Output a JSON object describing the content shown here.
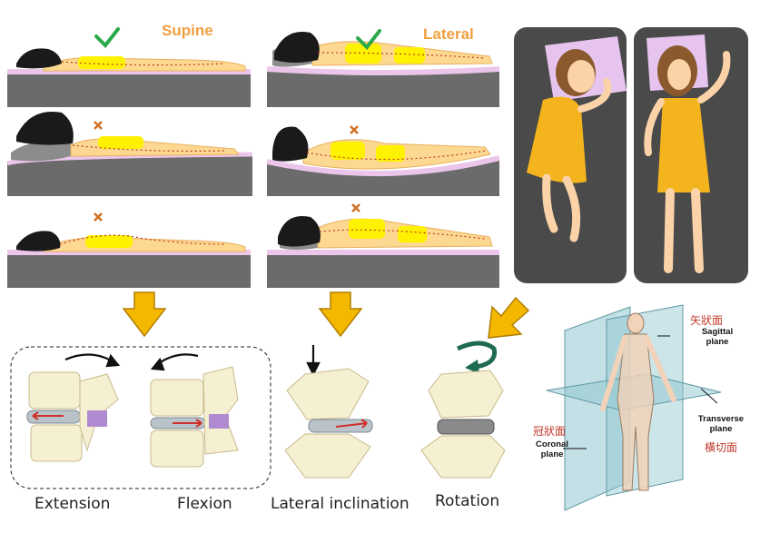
{
  "headers": {
    "supine": "Supine",
    "lateral": "Lateral"
  },
  "symbols": {
    "check": "✓",
    "cross": "×"
  },
  "captions": {
    "extension": "Extension",
    "flexion": "Flexion",
    "lateral_inclination": "Lateral inclination",
    "rotation": "Rotation"
  },
  "planes": {
    "sagittal": {
      "cn": "矢狀面",
      "en_1": "Sagittal",
      "en_2": "plane"
    },
    "coronal": {
      "cn": "冠狀面",
      "en_1": "Coronal",
      "en_2": "plane"
    },
    "transverse": {
      "cn": "橫切面",
      "en_1": "Transverse",
      "en_2": "plane"
    }
  },
  "colors": {
    "body": "#fcd890",
    "body_outline": "#e8b060",
    "mattress": "#6b6b6b",
    "mattress_top": "#ecc6ea",
    "swimsuit": "#fff200",
    "hair": "#1a1a1a",
    "arrow": "#f5b800",
    "arrow_outline": "#b07d00",
    "check": "#2aa84a",
    "cross": "#d07020",
    "dark_panel": "#4a4a4a",
    "pillow": "#e6c4ee",
    "dress": "#f3b41d",
    "bone": "#f5f0d2",
    "disc": "#b9c3c9",
    "ligament": "#b08ad0",
    "red_arrow": "#d0302a",
    "rotate_arrow": "#1f6b50",
    "plane": "#8fc6cf"
  },
  "icons": [
    "check-icon",
    "cross-icon",
    "down-arrow-icon",
    "diagonal-arrow-icon",
    "curved-arrow-icon",
    "rotation-arrow-icon"
  ]
}
